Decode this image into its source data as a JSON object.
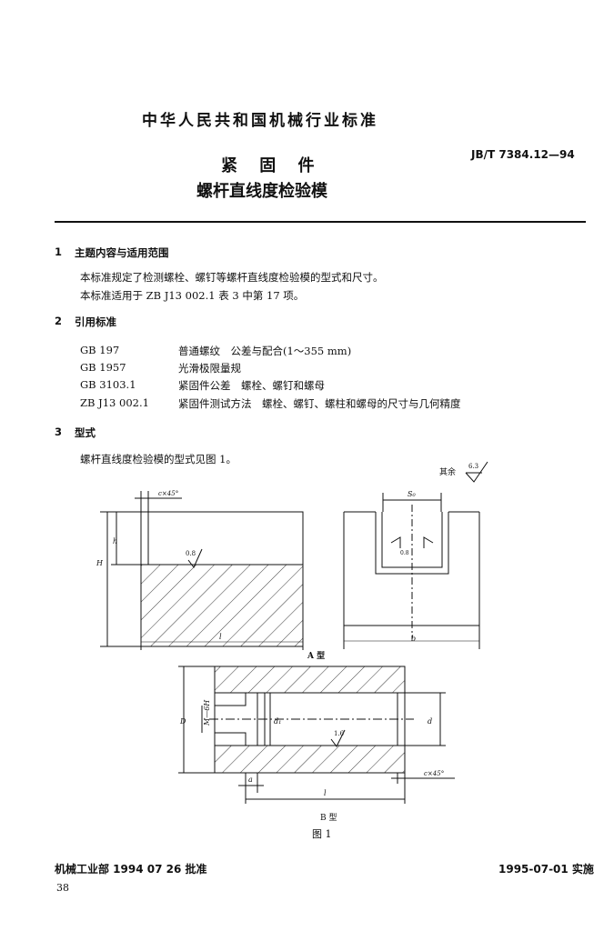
{
  "header": {
    "org": "中华人民共和国机械行业标准",
    "title_line1": "紧 固 件",
    "title_line2": "螺杆直线度检验模",
    "standard_code": "JB/T 7384.12—94"
  },
  "sections": [
    {
      "number": "1",
      "title": "主题内容与适用范围",
      "paragraphs": [
        "本标准规定了检测螺栓、螺钉等螺杆直线度检验模的型式和尺寸。",
        "本标准适用于 ZB J13 002.1 表 3 中第 17 项。"
      ]
    },
    {
      "number": "2",
      "title": "引用标准",
      "refs": [
        {
          "code": "GB 197",
          "desc": "普通螺纹　公差与配合(1～355 mm)"
        },
        {
          "code": "GB 1957",
          "desc": "光滑极限量规"
        },
        {
          "code": "GB 3103.1",
          "desc": "紧固件公差　螺栓、螺钉和螺母"
        },
        {
          "code": "ZB J13 002.1",
          "desc": "紧固件测试方法　螺栓、螺钉、螺柱和螺母的尺寸与几何精度"
        }
      ]
    },
    {
      "number": "3",
      "title": "型式",
      "paragraphs": [
        "螺杆直线度检验模的型式见图 1。"
      ]
    }
  ],
  "figure": {
    "roughness_rest_label": "其余",
    "roughness_rest_value": "6.3",
    "chamfer_label": "c×45°",
    "dim_h": "h",
    "dim_H": "H",
    "dim_l": "l",
    "dim_b": "b",
    "dim_S0": "S₀",
    "roughness_08": "0.8",
    "type_a_label": "A 型",
    "dim_D": "D",
    "dim_M": "M—6H",
    "dim_d1": "d₁",
    "dim_d": "d",
    "roughness_16": "1.6",
    "dim_a": "a",
    "type_b_label": "B 型",
    "caption": "图 1"
  },
  "footer": {
    "approved": "机械工业部 1994 07 26 批准",
    "effective": "1995-07-01 实施",
    "page_number": "38"
  }
}
